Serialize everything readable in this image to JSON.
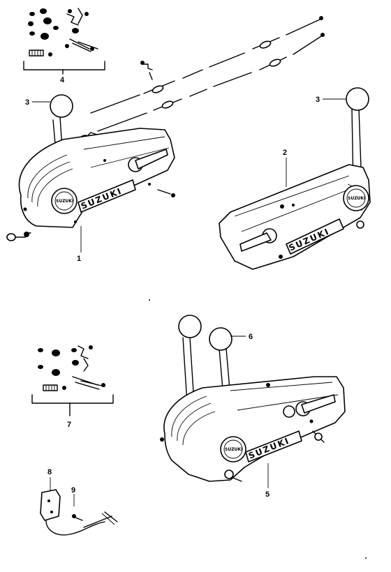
{
  "callouts": {
    "c1": "1",
    "c2": "2",
    "c3a": "3",
    "c3b": "3",
    "c4": "4",
    "c5": "5",
    "c6": "6",
    "c7": "7",
    "c8": "8",
    "c9": "9"
  },
  "brand": {
    "box1": "SUZUKI",
    "box2": "SUZUKI",
    "box5": "SUZUKI",
    "knob": "SUZUKI"
  }
}
